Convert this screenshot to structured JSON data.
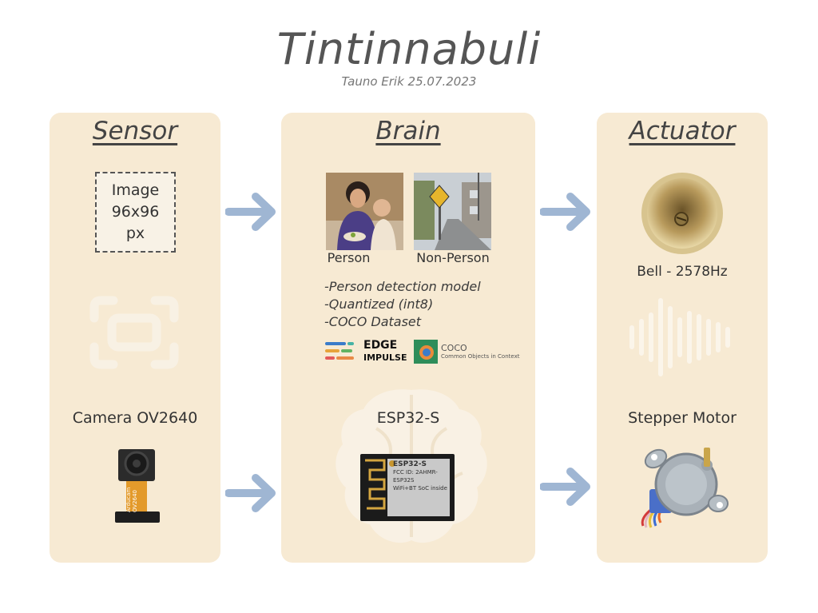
{
  "title": "Tintinnabuli",
  "subtitle": "Tauno Erik 25.07.2023",
  "sensor": {
    "heading": "Sensor",
    "image_box": [
      "Image",
      "96x96",
      "px"
    ],
    "camera_label": "Camera OV2640",
    "camera_module_text": "Arducam OV2640"
  },
  "brain": {
    "heading": "Brain",
    "person_label": "Person",
    "nonperson_label": "Non-Person",
    "bullets": [
      "-Person detection model",
      "-Quantized (int8)",
      "-COCO Dataset"
    ],
    "edge_impulse_logo": [
      "EDGE",
      "IMPULSE"
    ],
    "coco_logo": [
      "COCO",
      "Common Objects in Context"
    ],
    "board_label": "ESP32-S",
    "chip_text": [
      "ESP32-S",
      "FCC ID: 2AHMR-ESP32S",
      "WiFi+BT SoC inside"
    ]
  },
  "actuator": {
    "heading": "Actuator",
    "bell_label": "Bell - 2578Hz",
    "motor_label": "Stepper Motor"
  },
  "colors": {
    "panel": "#f7ead3",
    "arrow": "#9fb6d3",
    "text": "#3a3a3a"
  }
}
